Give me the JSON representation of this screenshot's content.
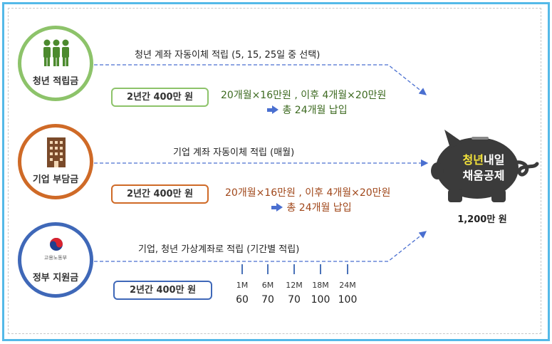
{
  "lanes": [
    {
      "label": "청년 적립금",
      "title": "청년 계좌 자동이체 적립 (5, 15, 25일 중 선택)",
      "amount": "2년간 400만 원",
      "note_line1": "20개월×16만원 , 이후 4개월×20만원",
      "note_line2": "총 24개월 납입",
      "color": "#8dc36a"
    },
    {
      "label": "기업 부담금",
      "title": "기업 계좌 자동이체 적립 (매월)",
      "amount": "2년간 400만 원",
      "note_line1": "20개월×16만원 , 이후 4개월×20만원",
      "note_line2": "총 24개월 납입",
      "color": "#cf6a27"
    },
    {
      "label": "정부 지원금",
      "logo_text": "고용노동부",
      "title": "기업, 청년 가상계좌로 적립 (기간별 적립)",
      "amount": "2년간 400만 원",
      "color": "#3f68b8"
    }
  ],
  "milestones": [
    {
      "month": "1M",
      "value": "60"
    },
    {
      "month": "6M",
      "value": "70"
    },
    {
      "month": "12M",
      "value": "70"
    },
    {
      "month": "18M",
      "value": "100"
    },
    {
      "month": "24M",
      "value": "100"
    }
  ],
  "pig": {
    "line1_highlight": "청년",
    "line1_rest": "내일",
    "line2": "채움공제",
    "total": "1,200만 원",
    "body_color": "#3b3b3b",
    "highlight_color": "#f5e43a"
  }
}
